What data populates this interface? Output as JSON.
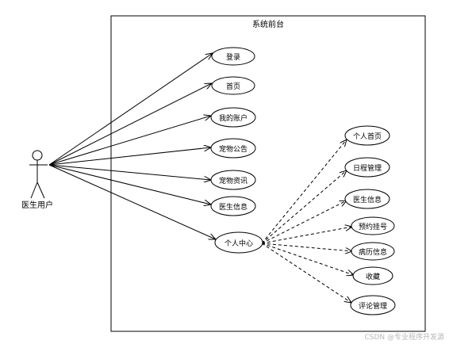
{
  "system": {
    "title": "系统前台"
  },
  "actor": {
    "name": "医生用户"
  },
  "main_usecases": [
    {
      "id": "login",
      "label": "登录"
    },
    {
      "id": "home",
      "label": "首页"
    },
    {
      "id": "my-account",
      "label": "我的账户"
    },
    {
      "id": "pet-notice",
      "label": "宠物公告"
    },
    {
      "id": "pet-news",
      "label": "宠物资讯"
    },
    {
      "id": "doctor-info",
      "label": "医生信息"
    },
    {
      "id": "personal-center",
      "label": "个人中心"
    }
  ],
  "sub_usecases": [
    {
      "id": "personal-home",
      "label": "个人首页"
    },
    {
      "id": "schedule-manage",
      "label": "日程管理"
    },
    {
      "id": "doctor-info-sub",
      "label": "医生信息"
    },
    {
      "id": "appointment",
      "label": "预约挂号"
    },
    {
      "id": "medical-record",
      "label": "病历信息"
    },
    {
      "id": "favorites",
      "label": "收藏"
    },
    {
      "id": "comment-manage",
      "label": "评论管理"
    }
  ],
  "watermark": "CSDN @专业程序开发源"
}
